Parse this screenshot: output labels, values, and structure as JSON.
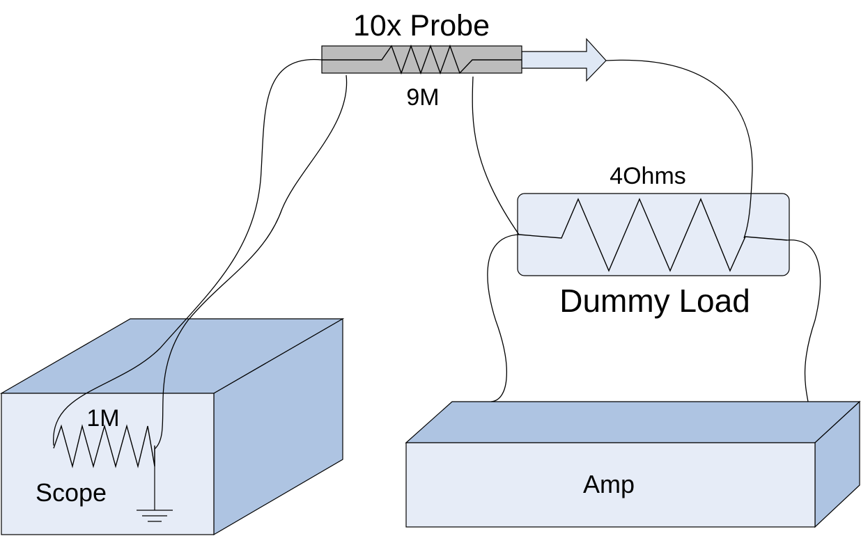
{
  "labels": {
    "probe": "10x Probe",
    "probe_resistor": "9M",
    "load_resistor": "4Ohms",
    "load": "Dummy Load",
    "scope_resistor": "1M",
    "scope": "Scope",
    "amp": "Amp"
  },
  "colors": {
    "box_front": "#e6ecf7",
    "box_side": "#aec4e2",
    "box_top": "#aec4e2",
    "probe_body": "#bcbcbc",
    "probe_tip": "#dfe8f5",
    "load_fill": "#e6ecf7",
    "outline": "#000000",
    "wire": "#000000"
  },
  "icons": [
    "resistor-symbol",
    "ground-symbol",
    "arrow-tip"
  ]
}
